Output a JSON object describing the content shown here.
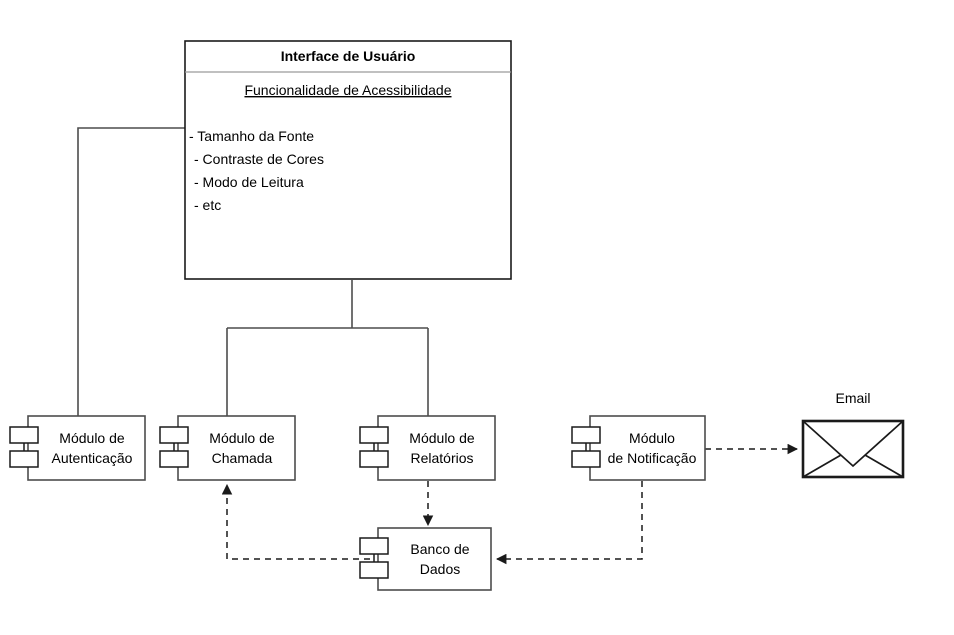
{
  "diagram": {
    "type": "uml-component-diagram",
    "title": "Interface de Usuário",
    "interface_panel": {
      "title": "Interface de Usuário",
      "section_heading": "Funcionalidade de Acessibilidade",
      "items": [
        "- Tamanho da Fonte",
        "- Contraste de Cores",
        "- Modo de Leitura",
        "- etc"
      ]
    },
    "components": [
      {
        "id": "autenticacao",
        "line1": "Módulo de",
        "line2": "Autenticação"
      },
      {
        "id": "chamada",
        "line1": "Módulo de",
        "line2": "Chamada"
      },
      {
        "id": "relatorios",
        "line1": "Módulo de",
        "line2": "Relatórios"
      },
      {
        "id": "notificacao",
        "line1": "Módulo",
        "line2": "de Notificação"
      },
      {
        "id": "banco",
        "line1": "Banco de",
        "line2": "Dados"
      }
    ],
    "external": {
      "email_label": "Email",
      "email_icon": "envelope-icon"
    },
    "colors": {
      "line": "#4d4d4d",
      "dashed_line": "#1a1a1a",
      "box_border": "#4d4d4d",
      "text": "#000000",
      "background": "#ffffff"
    }
  }
}
